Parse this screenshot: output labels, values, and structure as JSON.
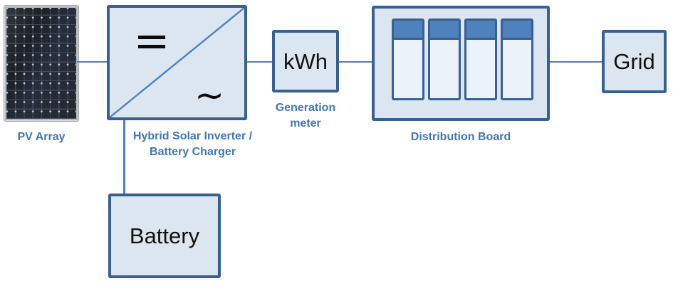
{
  "diagram": {
    "colors": {
      "box_fill": "#dce6f1",
      "box_border": "#386092",
      "module_header": "#4f81bd",
      "connector": "#4f81bd",
      "label_text": "#4276b4"
    },
    "nodes": {
      "pv_array": {
        "label": "PV Array"
      },
      "inverter": {
        "label_line1": "Hybrid Solar Inverter /",
        "label_line2": "Battery Charger",
        "dc_symbol": "=",
        "ac_symbol": "~"
      },
      "generation_meter": {
        "display_text": "kWh",
        "label_line1": "Generation",
        "label_line2": "meter"
      },
      "distribution_board": {
        "label": "Distribution Board",
        "module_count": 4
      },
      "grid": {
        "label": "Grid"
      },
      "battery": {
        "label": "Battery"
      }
    },
    "connections": [
      {
        "from": "pv_array",
        "to": "inverter"
      },
      {
        "from": "inverter",
        "to": "generation_meter"
      },
      {
        "from": "generation_meter",
        "to": "distribution_board"
      },
      {
        "from": "distribution_board",
        "to": "grid"
      },
      {
        "from": "inverter",
        "to": "battery"
      }
    ]
  }
}
